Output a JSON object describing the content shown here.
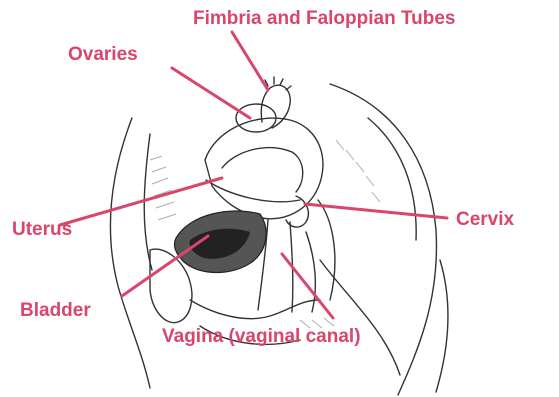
{
  "colors": {
    "label": "#d9456b",
    "line": "#333333",
    "shade": "#8c8c8c"
  },
  "labels": {
    "fimbria": "Fimbria and Faloppian Tubes",
    "ovaries": "Ovaries",
    "uterus": "Uterus",
    "cervix": "Cervix",
    "bladder": "Bladder",
    "vagina": "Vagina (vaginal canal)"
  }
}
